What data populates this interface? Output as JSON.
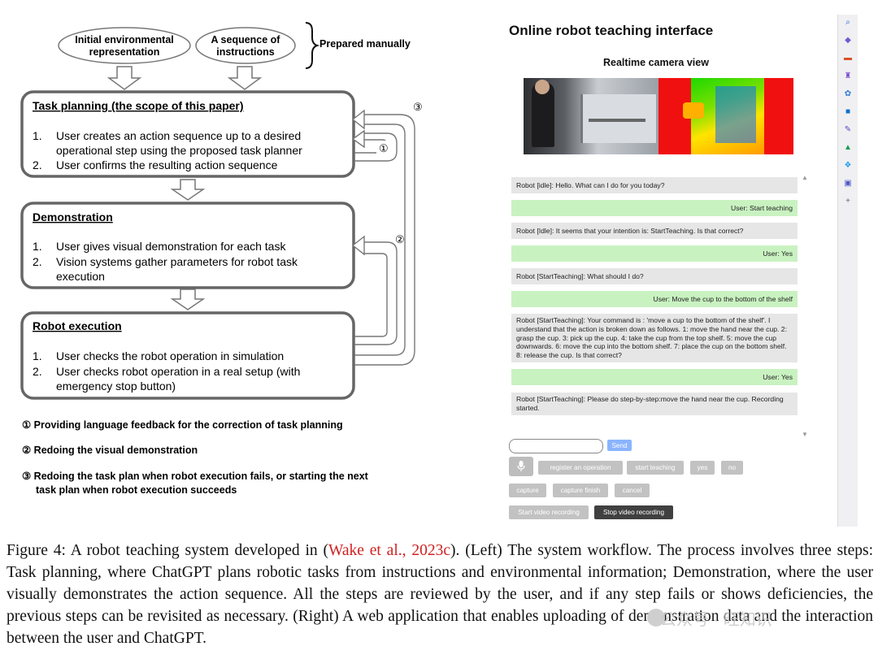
{
  "workflow": {
    "inputs": {
      "env": [
        "Initial environmental",
        "representation"
      ],
      "seq": [
        "A sequence of",
        "instructions"
      ],
      "prepared": "Prepared manually"
    },
    "boxes": [
      {
        "title": "Task planning (the scope of this paper)",
        "items": [
          {
            "num": "1.",
            "lines": [
              "User creates an action sequence up to a desired",
              "operational step using the proposed task planner"
            ]
          },
          {
            "num": "2.",
            "lines": [
              "User confirms the resulting action sequence"
            ]
          }
        ]
      },
      {
        "title": "Demonstration",
        "items": [
          {
            "num": "1.",
            "lines": [
              "User gives visual demonstration for each task"
            ]
          },
          {
            "num": "2.",
            "lines": [
              "Vision systems gather parameters for robot task",
              "execution"
            ]
          }
        ]
      },
      {
        "title": "Robot execution",
        "items": [
          {
            "num": "1.",
            "lines": [
              "User checks the robot operation in simulation"
            ]
          },
          {
            "num": "2.",
            "lines": [
              "User checks robot operation in a real setup (with",
              "emergency stop button)"
            ]
          }
        ]
      }
    ],
    "loop_markers": [
      "③",
      "①",
      "②"
    ],
    "legend": [
      "① Providing language feedback for the correction of task planning",
      "② Redoing the visual demonstration",
      "③ Redoing the task plan when robot execution fails, or starting the next",
      "task plan when robot execution succeeds"
    ]
  },
  "app": {
    "title": "Online robot teaching interface",
    "camera_title": "Realtime camera view",
    "messages": [
      {
        "role": "robot",
        "text": "Robot [idle]: Hello. What can I do for you today?"
      },
      {
        "role": "user",
        "text": "User: Start teaching"
      },
      {
        "role": "robot",
        "text": "Robot [Idle]: It seems that your intention is: StartTeaching. Is that correct?"
      },
      {
        "role": "user",
        "text": "User: Yes"
      },
      {
        "role": "robot",
        "text": "Robot [StartTeaching]: What should I do?"
      },
      {
        "role": "user",
        "text": "User: Move the cup to the bottom of the shelf"
      },
      {
        "role": "robot",
        "text": "Robot [StartTeaching]: Your command is : 'move a cup to the bottom of the shelf'. I understand that the action is broken down as follows. 1: move the hand near the cup. 2: grasp the cup. 3: pick up the cup. 4: take the cup from the top shelf. 5: move the cup downwards. 6: move the cup into the bottom shelf. 7: place the cup on the bottom shelf. 8: release the cup. Is that correct?"
      },
      {
        "role": "user",
        "text": "User: Yes"
      },
      {
        "role": "robot",
        "text": "Robot [StartTeaching]: Please do step-by-step:move the hand near the cup. Recording started."
      }
    ],
    "input_value": "",
    "send_label": "Send",
    "row1_buttons": [
      "register an operation",
      "start teaching",
      "yes",
      "no"
    ],
    "row2_buttons": [
      "capture",
      "capture finish",
      "cancel"
    ],
    "row3_buttons": [
      "Start video recording",
      "Stop video recording"
    ],
    "sidebar_icons": [
      "search-icon",
      "tag-icon",
      "toolbox-icon",
      "chess-icon",
      "settings-icon",
      "outlook-icon",
      "edit-icon",
      "drive-icon",
      "twitter-icon",
      "teams-icon",
      "add-icon"
    ]
  },
  "caption": {
    "prefix": "Figure 4: A robot teaching system developed in (",
    "cite": "Wake et al., 2023c",
    "suffix": "). (Left) The system workflow. The process involves three steps: Task planning, where ChatGPT plans robotic tasks from instructions and environmental information; Demonstration, where the user visually demonstrates the action sequence. All the steps are reviewed by the user, and if any step fails or shows deficiencies, the previous steps can be revisited as necessary. (Right) A web application that enables uploading of demonstration data and the interaction between the user and ChatGPT."
  },
  "watermark": "公众号 · 旺知识"
}
